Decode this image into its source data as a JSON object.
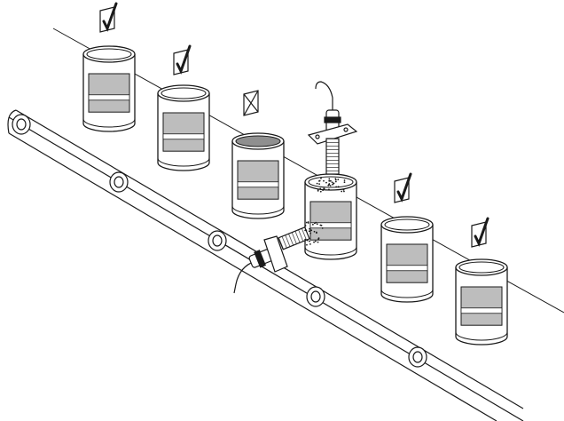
{
  "colors": {
    "ink": "#1a1a1a",
    "can_band": "#bdbdbd",
    "can_band_dark": "#8a8a8a",
    "can_top_fill": "#8f8f8f",
    "paper": "#ffffff"
  },
  "icons": {
    "pass_marker": "checkmark-box-icon",
    "reject_marker": "crossed-box-icon",
    "sensor": "proximity-sensor-icon"
  },
  "cans": [
    {
      "status": "pass"
    },
    {
      "status": "pass"
    },
    {
      "status": "reject",
      "highlight": true
    },
    {
      "status": "inspecting"
    },
    {
      "status": "pass"
    },
    {
      "status": "pass"
    }
  ],
  "sensors": [
    {
      "orientation": "vertical",
      "role": "top-sensor"
    },
    {
      "orientation": "horizontal",
      "role": "side-sensor"
    }
  ]
}
